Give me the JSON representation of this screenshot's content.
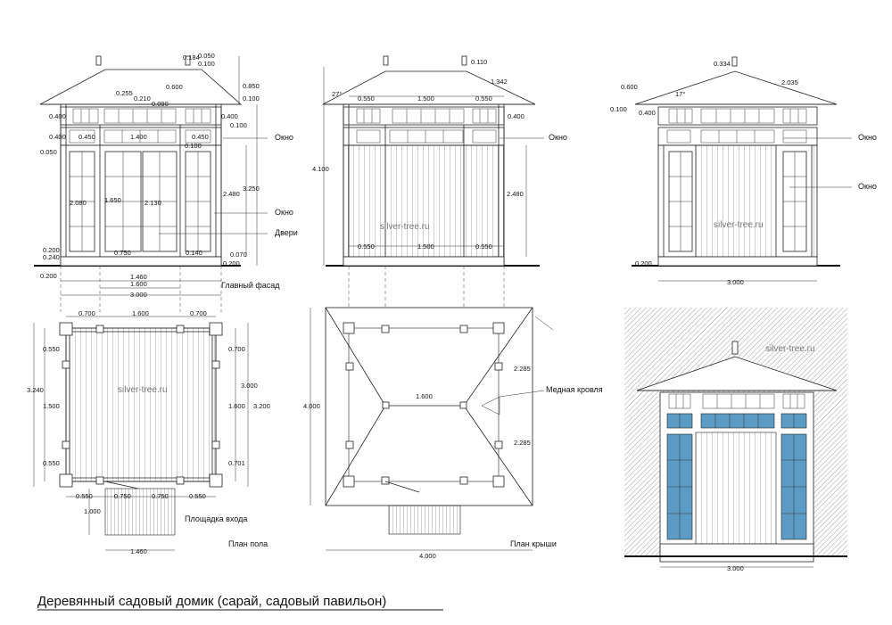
{
  "title": "Деревянный садовый домик (сарай, садовый павильон)",
  "watermark": "silver-tree.ru",
  "labels": {
    "window": "Окно",
    "door": "Двери",
    "main_facade": "Главный фасад",
    "floor_plan": "План пола",
    "roof_plan": "План крыши",
    "copper_roof": "Медная кровля",
    "entrance_platform": "Площадка входа"
  },
  "dims": {
    "front": {
      "d0184": "0.184",
      "d0050": "0.050",
      "d0100a": "0.100",
      "d0600": "0.600",
      "d0850": "0.850",
      "d0100b": "0.100",
      "d0255": "0.255",
      "d0210": "0.210",
      "d0090": "0.090",
      "d0400a": "0.400",
      "d0400b": "0.400",
      "d0450a": "0.450",
      "d1400": "1.400",
      "d0450b": "0.450",
      "d0100c": "0.100",
      "d0400c": "0.400",
      "d0050b": "0.050",
      "d0100d": "0.100",
      "d3250": "3.250",
      "d2480": "2.480",
      "d2080": "2.080",
      "d1650": "1.650",
      "d2130": "2.130",
      "d0750": "0.750",
      "d0140": "0.140",
      "d0200a": "0.200",
      "d0240": "0.240",
      "d0070": "0.070",
      "d0200b": "0.200",
      "d0200c": "0.200",
      "d1460": "1.460",
      "d1600": "1.600",
      "d3000": "3.000"
    },
    "side": {
      "d0110": "0.110",
      "d1342": "1.342",
      "d27": "27°",
      "d0550a": "0.550",
      "d1500a": "1.500",
      "d0550b": "0.550",
      "d0400": "0.400",
      "d4100": "4.100",
      "d2480": "2.480",
      "d0550c": "0.550",
      "d1500b": "1.500",
      "d0550d": "0.550"
    },
    "rear": {
      "d0334": "0.334",
      "d0600": "0.600",
      "d2035": "2.035",
      "d17": "17°",
      "d0100": "0.100",
      "d0400": "0.400",
      "d0200": "0.200",
      "d3000": "3.000"
    },
    "plan": {
      "d0700a": "0.700",
      "d1600a": "1.600",
      "d0700b": "0.700",
      "d0550a": "0.550",
      "d3240": "3.240",
      "d1500": "1.500",
      "d0550b": "0.550",
      "d0700c": "0.700",
      "d3000": "3.000",
      "d1600b": "1.600",
      "d3200": "3.200",
      "d0701": "0.701",
      "d0550c": "0.550",
      "d0750a": "0.750",
      "d0750b": "0.750",
      "d0550d": "0.550",
      "d1000": "1.000",
      "d1460": "1.460"
    },
    "roof": {
      "d4000a": "4.000",
      "d1600": "1.600",
      "d2285a": "2.285",
      "d2285b": "2.285",
      "d4000b": "4.000"
    },
    "render": {
      "d3000": "3.000"
    }
  },
  "colors": {
    "line": "#222222",
    "glass": "#5c9cc4",
    "hatch": "#888888"
  }
}
